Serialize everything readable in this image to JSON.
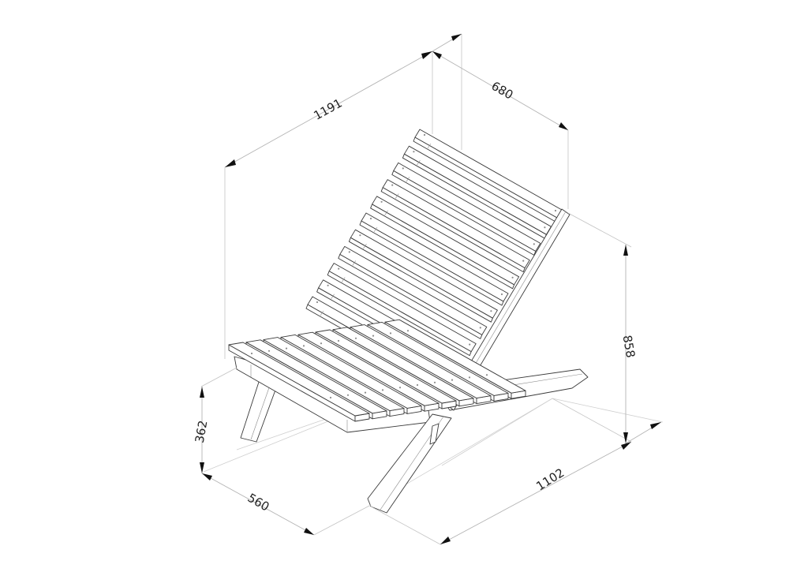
{
  "drawing": {
    "subject": "Folding wooden lounge chair, isometric view",
    "units": "mm",
    "line_color": "#3a3a3a",
    "dimension_line_color": "#b4b4b4",
    "background": "#ffffff"
  },
  "dimensions": {
    "overall_depth_top": {
      "label": "1191"
    },
    "overall_width": {
      "label": "680"
    },
    "back_height": {
      "label": "858"
    },
    "seat_height": {
      "label": "362"
    },
    "seat_depth": {
      "label": "560"
    },
    "overall_length": {
      "label": "1102"
    }
  },
  "components": {
    "backrest_slats": 11,
    "seat_slats": 10,
    "legs": [
      "front-leg",
      "rear-leg",
      "back-brace-leg"
    ]
  }
}
